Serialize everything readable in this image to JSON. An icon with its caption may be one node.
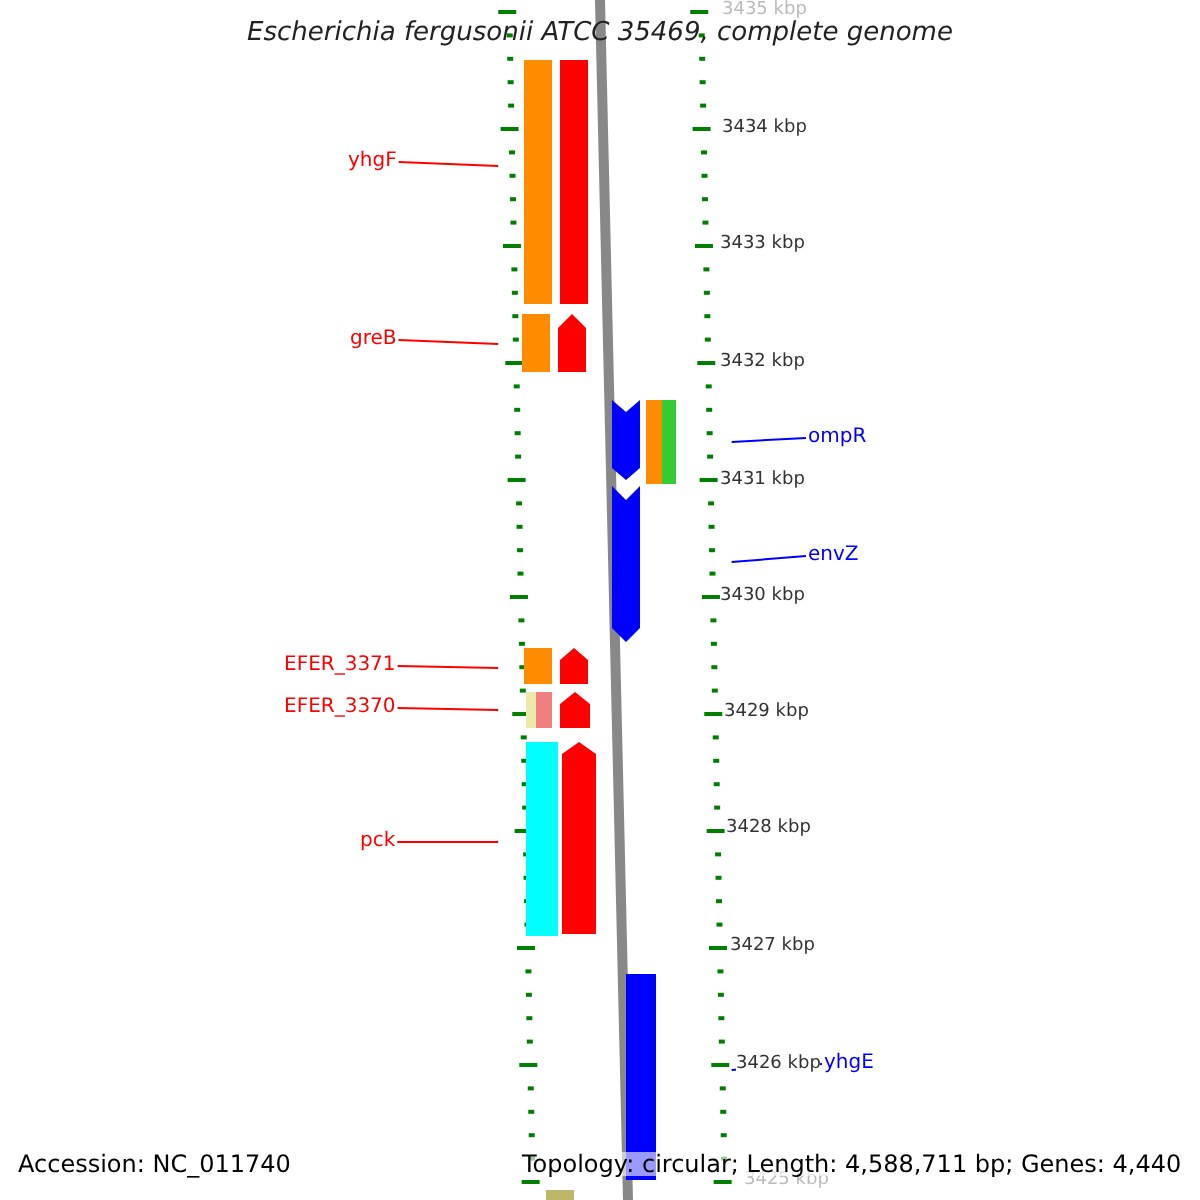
{
  "diagram": {
    "title": "Escherichia fergusonii ATCC 35469, complete genome",
    "nodes": [
      {
        "text": [
          "yhgF"
        ]
      },
      {
        "text": [
          "greB"
        ]
      },
      {
        "text": [
          "ompR"
        ]
      },
      {
        "text": [
          "envZ"
        ]
      },
      {
        "text": [
          "EFER_3371"
        ]
      },
      {
        "text": [
          "EFER_3370"
        ]
      },
      {
        "text": [
          "pck"
        ]
      },
      {
        "text": [
          "yhgE"
        ]
      },
      {
        "text": [],
        "shape": "picture"
      },
      {
        "text": [],
        "shape": "picture"
      }
    ],
    "edges": [
      {
        "from": 0,
        "to": 8,
        "arrow": "none"
      },
      {
        "from": 1,
        "to": 8,
        "arrow": "none"
      },
      {
        "from": 2,
        "to": 9,
        "arrow": "none",
        "color": "#0000ff"
      },
      {
        "from": 3,
        "to": 9,
        "arrow": "none",
        "color": "#0000ff"
      },
      {
        "from": 4,
        "to": 8,
        "arrow": "none"
      },
      {
        "from": 5,
        "to": 8,
        "arrow": "none"
      },
      {
        "from": 6,
        "to": 8,
        "arrow": "none"
      },
      {
        "from": 7,
        "to": 9,
        "arrow": "none",
        "color": "#0000ff"
      }
    ],
    "labels": [
      "3435 kbp",
      "3434 kbp",
      "3433 kbp",
      "3432 kbp",
      "3431 kbp",
      "3430 kbp",
      "3429 kbp",
      "3428 kbp",
      "3427 kbp",
      "3426 kbp",
      "3425 kbp",
      "Accession: NC_011740",
      "Topology: circular; Length: 4,588,711 bp; Genes: 4,440"
    ]
  }
}
